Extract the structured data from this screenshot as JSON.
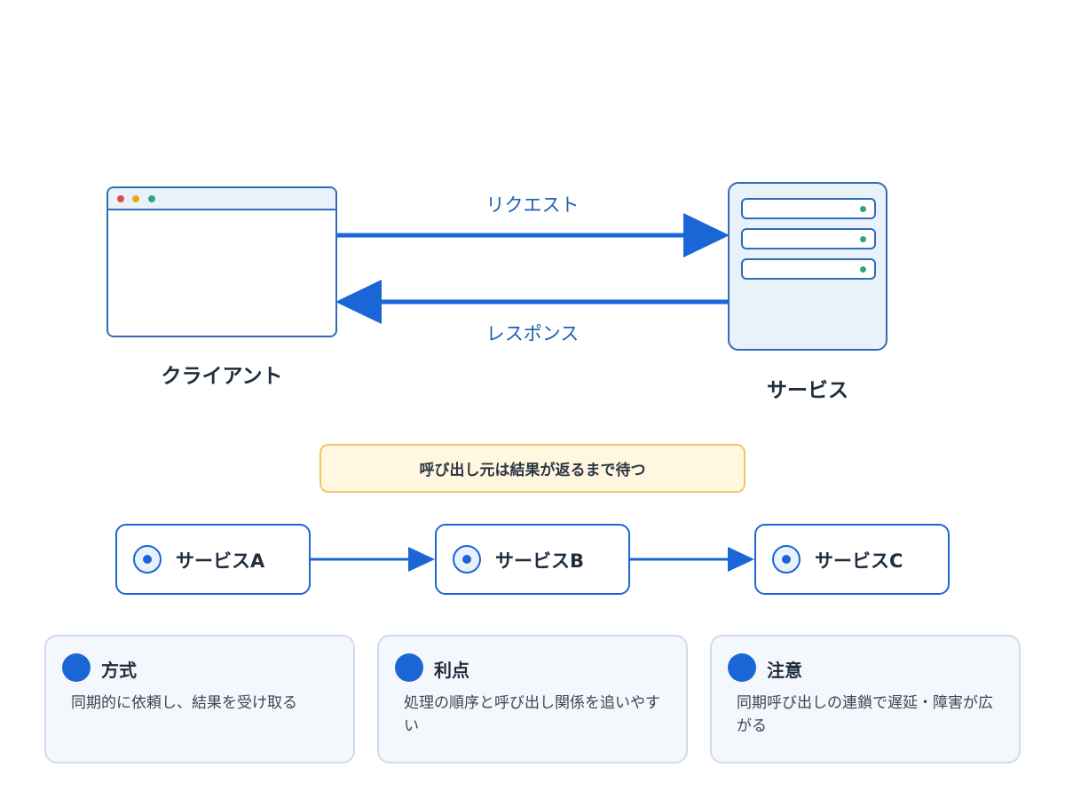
{
  "client": {
    "label": "クライアント"
  },
  "service": {
    "label": "サービス"
  },
  "arrows": {
    "request_label": "リクエスト",
    "response_label": "レスポンス"
  },
  "note": "呼び出し元は結果が返るまで待つ",
  "chain": [
    {
      "label": "サービスA"
    },
    {
      "label": "サービスB"
    },
    {
      "label": "サービスC"
    }
  ],
  "cards": [
    {
      "title": "方式",
      "body": "同期的に依頼し、結果を受け取る"
    },
    {
      "title": "利点",
      "body": "処理の順序と呼び出し関係を追いやすい"
    },
    {
      "title": "注意",
      "body": "同期呼び出しの連鎖で遅延・障害が広がる"
    }
  ],
  "colors": {
    "accent": "#1a66d6",
    "window_border": "#2f6db5",
    "note_background": "#fff7e0",
    "note_border": "#f1c865",
    "status_green": "#2fa776"
  }
}
